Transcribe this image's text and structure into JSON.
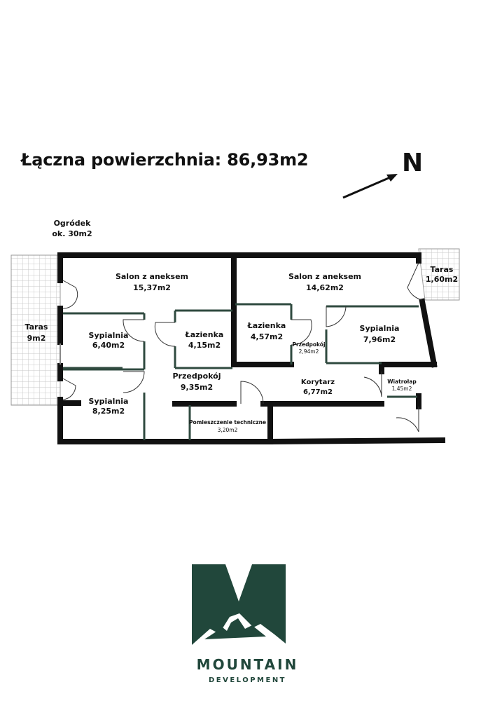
{
  "header": {
    "total_area": "Łączna powierzchnia: 86,93m2",
    "north": "N"
  },
  "garden": {
    "name": "Ogródek",
    "area": "ok. 30m2"
  },
  "rooms": {
    "taras_left": {
      "name": "Taras",
      "area": "9m2"
    },
    "salon_1": {
      "name": "Salon z aneksem",
      "area": "15,37m2"
    },
    "salon_2": {
      "name": "Salon z aneksem",
      "area": "14,62m2"
    },
    "taras_right": {
      "name": "Taras",
      "area": "1,60m2"
    },
    "sypialnia_1": {
      "name": "Sypialnia",
      "area": "6,40m2"
    },
    "lazienka_1": {
      "name": "Łazienka",
      "area": "4,15m2"
    },
    "lazienka_2": {
      "name": "Łazienka",
      "area": "4,57m2"
    },
    "przedpokoj_2": {
      "name": "Przedpokój",
      "area": "2,94m2"
    },
    "sypialnia_3": {
      "name": "Sypialnia",
      "area": "7,96m2"
    },
    "przedpokoj_1": {
      "name": "Przedpokój",
      "area": "9,35m2"
    },
    "korytarz": {
      "name": "Korytarz",
      "area": "6,77m2"
    },
    "wiatrolap": {
      "name": "Wiatrołap",
      "area": "1,45m2"
    },
    "sypialnia_2": {
      "name": "Sypialnia",
      "area": "8,25m2"
    },
    "techniczne": {
      "name": "Pomieszczenie techniczne",
      "area": "3,20m2"
    }
  },
  "brand": {
    "name": "MOUNTAIN",
    "subtitle": "DEVELOPMENT",
    "color": "#21473b"
  },
  "colors": {
    "wall": "#111111",
    "partition": "#2f4a3f",
    "tile": "#c8c8c8"
  }
}
